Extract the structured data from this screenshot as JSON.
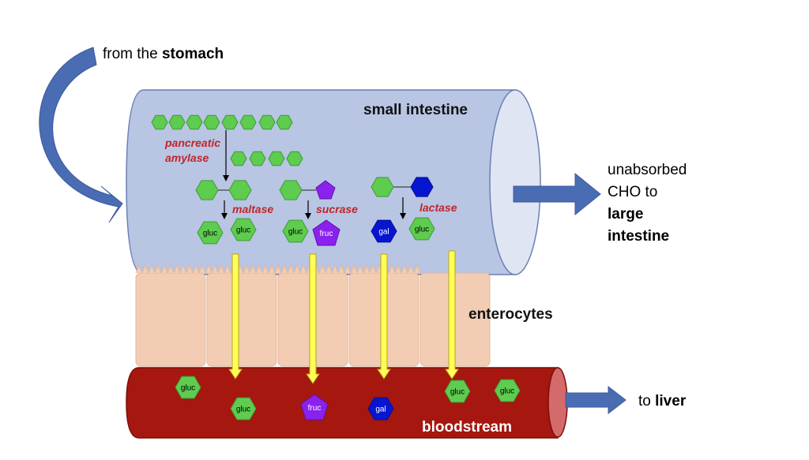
{
  "labels": {
    "from_stomach": {
      "prefix": "from the ",
      "bold": "stomach"
    },
    "small_intestine": "small intestine",
    "unabsorbed_line1": "unabsorbed",
    "unabsorbed_line2": "CHO to",
    "unabsorbed_line3": "large",
    "unabsorbed_line4": "intestine",
    "enterocytes": "enterocytes",
    "bloodstream": "bloodstream",
    "to_liver": {
      "prefix": "to ",
      "bold": "liver"
    }
  },
  "enzymes": {
    "pancreatic_line1": "pancreatic",
    "pancreatic_line2": "amylase",
    "maltase": "maltase",
    "sucrase": "sucrase",
    "lactase": "lactase"
  },
  "molecules": {
    "gluc": "gluc",
    "fruc": "fruc",
    "gal": "gal"
  },
  "colors": {
    "intestine": "#b8c5e3",
    "intestine_end": "#dfe5f3",
    "arrow_blue": "#4a6cb3",
    "enterocyte": "#f2cdb4",
    "blood": "#a5170f",
    "blood_end": "#d46a6a",
    "glucose": "#5ecc4f",
    "fructose": "#8a21ee",
    "galactose": "#0616d0",
    "transport_arrow": "#ffff55",
    "enzyme_text": "#c0262c"
  }
}
